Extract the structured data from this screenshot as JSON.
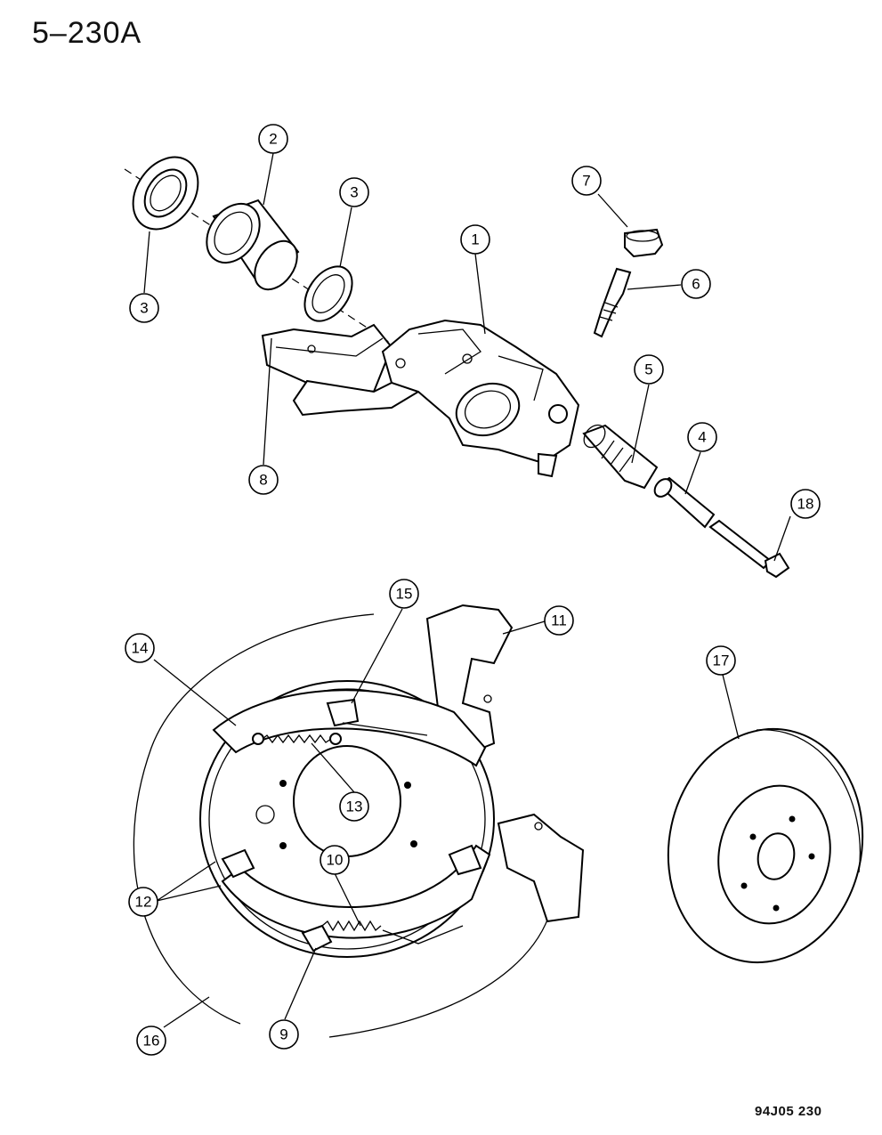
{
  "header": {
    "page_number": "5–230A"
  },
  "footer": {
    "figure_code": "94J05  230"
  },
  "callouts": {
    "c1": "1",
    "c2": "2",
    "c3a": "3",
    "c3b": "3",
    "c4": "4",
    "c5": "5",
    "c6": "6",
    "c7": "7",
    "c8": "8",
    "c9": "9",
    "c10": "10",
    "c11": "11",
    "c12": "12",
    "c13": "13",
    "c14": "14",
    "c15": "15",
    "c16": "16",
    "c17": "17",
    "c18": "18"
  }
}
